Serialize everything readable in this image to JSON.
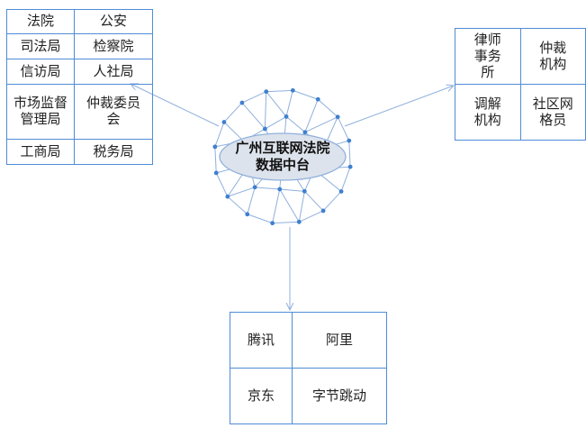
{
  "hub": {
    "label_line1": "广州互联网法院",
    "label_line2": "数据中台"
  },
  "left_table": {
    "rows": [
      [
        "法院",
        "公安"
      ],
      [
        "司法局",
        "检察院"
      ],
      [
        "信访局",
        "人社局"
      ],
      [
        "市场监督管理局",
        "仲裁委员会"
      ],
      [
        "工商局",
        "税务局"
      ]
    ]
  },
  "right_table": {
    "rows": [
      [
        "律师事务所",
        "仲裁机构"
      ],
      [
        "调解机构",
        "社区网格员"
      ]
    ]
  },
  "bottom_table": {
    "rows": [
      [
        "腾讯",
        "阿里"
      ],
      [
        "京东",
        "字节跳动"
      ]
    ]
  },
  "colors": {
    "border": "#4f8cd6",
    "line": "#8fb0dc",
    "node": "#3f7fd0",
    "hub_fill": "#dde3ec"
  }
}
